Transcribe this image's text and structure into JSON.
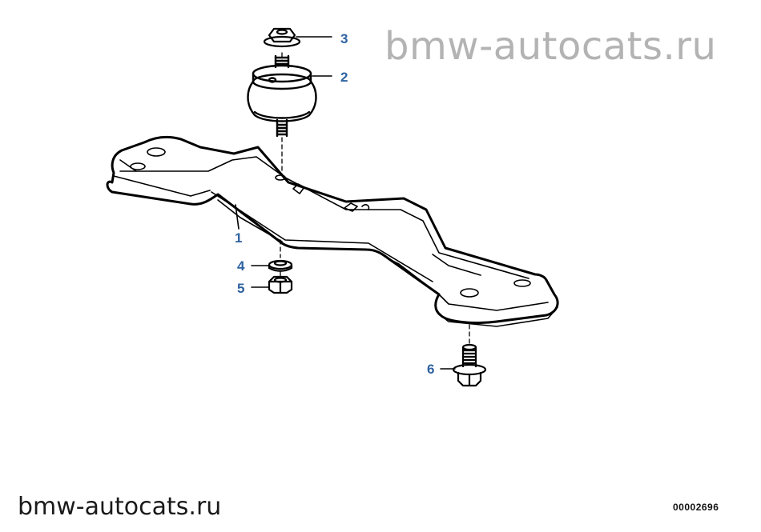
{
  "watermark": {
    "top_text": "bmw-autocats.ru",
    "bottom_text": "bmw-autocats.ru"
  },
  "reference_code": "00002696",
  "callouts": {
    "c1": "1",
    "c2": "2",
    "c3": "3",
    "c4": "4",
    "c5": "5",
    "c6": "6"
  },
  "colors": {
    "callout": "#2e62a0",
    "watermark_top": "#b3b3b3",
    "line_art": "#000000"
  }
}
